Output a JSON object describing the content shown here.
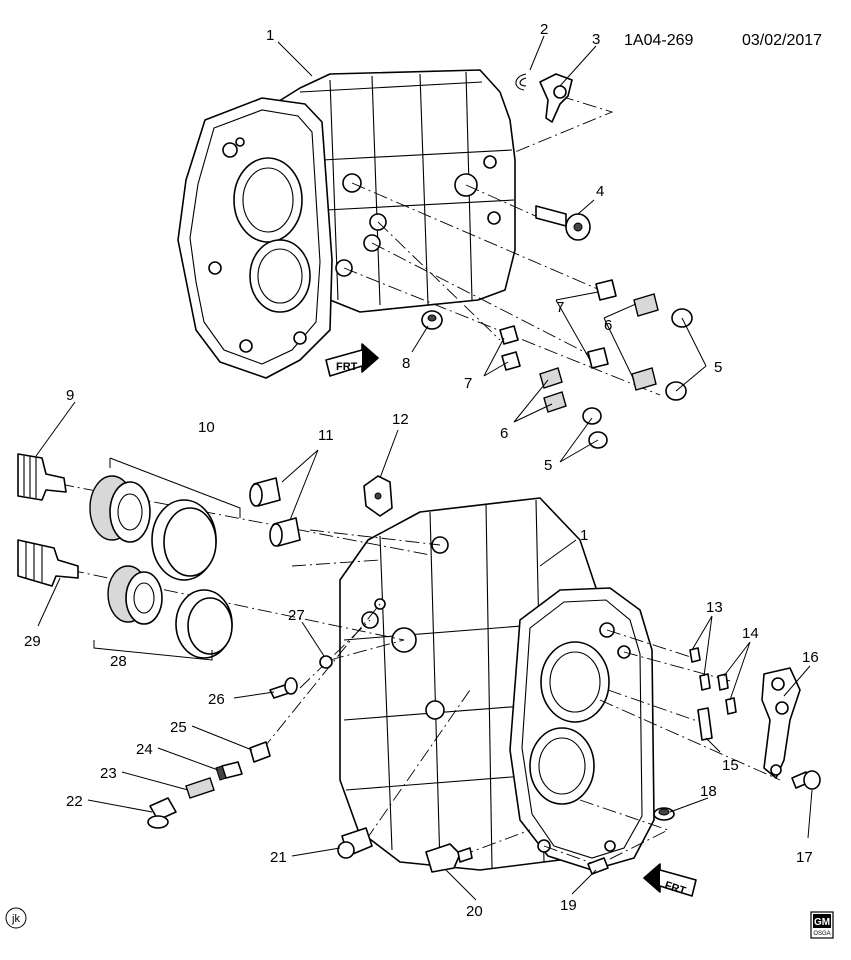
{
  "header": {
    "diagram_id": "1A04-269",
    "date": "03/02/2017"
  },
  "direction_labels": [
    "FRT",
    "FRT"
  ],
  "corner_marks": {
    "artist_initials": "jk",
    "logo_top": "GM",
    "logo_bottom": "OSGA"
  },
  "callouts": {
    "c1_top": "1",
    "c2": "2",
    "c3": "3",
    "c4": "4",
    "c5_right": "5",
    "c5_bottom": "5",
    "c6_right": "6",
    "c6_bottom": "6",
    "c7_right": "7",
    "c7_bottom": "7",
    "c8": "8",
    "c9": "9",
    "c10": "10",
    "c11": "11",
    "c12": "12",
    "c1_lower": "1",
    "c13": "13",
    "c14": "14",
    "c15": "15",
    "c16": "16",
    "c17": "17",
    "c18": "18",
    "c19": "19",
    "c20": "20",
    "c21": "21",
    "c22": "22",
    "c23": "23",
    "c24": "24",
    "c25": "25",
    "c26": "26",
    "c27": "27",
    "c28": "28",
    "c29": "29"
  }
}
